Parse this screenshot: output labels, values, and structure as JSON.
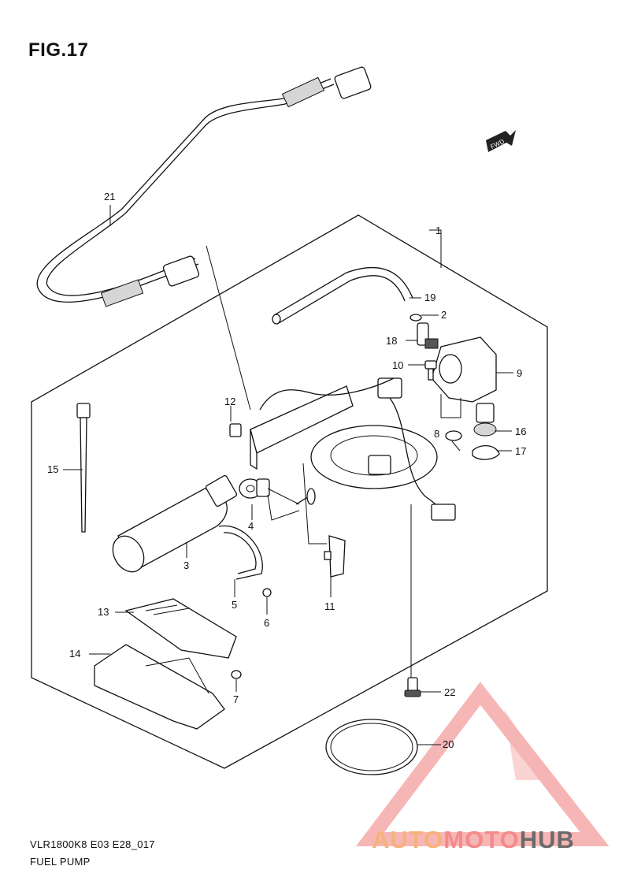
{
  "figure": {
    "title": "FIG.17",
    "model_code": "VLR1800K8 E03 E28_017",
    "section_name": "FUEL PUMP",
    "fwd_label": "FWD"
  },
  "callouts": [
    {
      "id": "c1",
      "label": "1"
    },
    {
      "id": "c2",
      "label": "2"
    },
    {
      "id": "c3",
      "label": "3"
    },
    {
      "id": "c4",
      "label": "4"
    },
    {
      "id": "c5",
      "label": "5"
    },
    {
      "id": "c6",
      "label": "6"
    },
    {
      "id": "c7",
      "label": "7"
    },
    {
      "id": "c8",
      "label": "8"
    },
    {
      "id": "c9",
      "label": "9"
    },
    {
      "id": "c10",
      "label": "10"
    },
    {
      "id": "c11",
      "label": "11"
    },
    {
      "id": "c12",
      "label": "12"
    },
    {
      "id": "c13",
      "label": "13"
    },
    {
      "id": "c14",
      "label": "14"
    },
    {
      "id": "c15",
      "label": "15"
    },
    {
      "id": "c16",
      "label": "16"
    },
    {
      "id": "c17",
      "label": "17"
    },
    {
      "id": "c18",
      "label": "18"
    },
    {
      "id": "c19",
      "label": "19"
    },
    {
      "id": "c20",
      "label": "20"
    },
    {
      "id": "c21",
      "label": "21"
    },
    {
      "id": "c22",
      "label": "22"
    }
  ],
  "watermark": {
    "part1": "AUTO",
    "part2": "MOTO",
    "part3": "HUB",
    "color1": "#f6b27a",
    "color2": "#f48a8a",
    "color3": "#6b6b6b"
  }
}
